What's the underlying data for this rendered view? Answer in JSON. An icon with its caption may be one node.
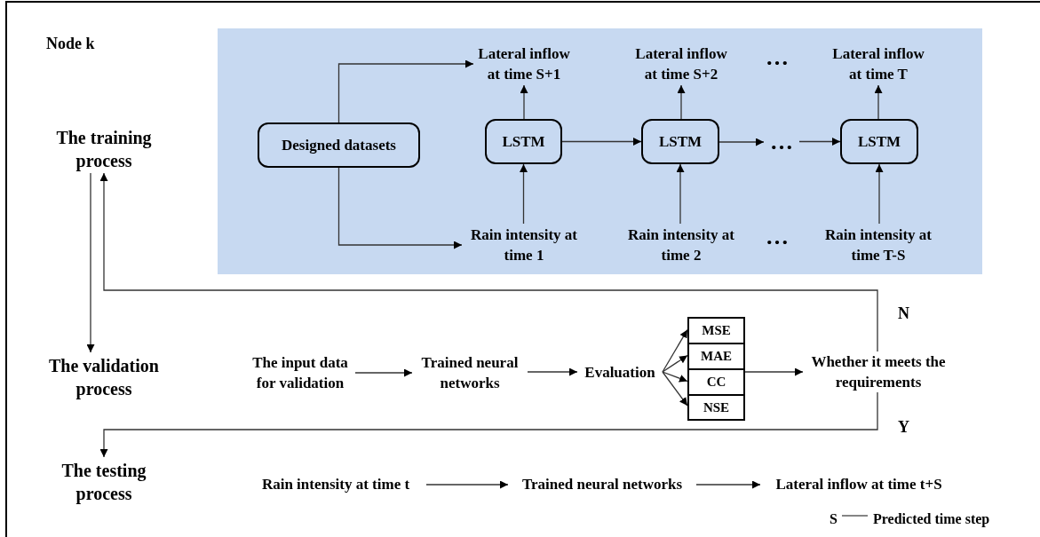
{
  "diagram": {
    "nodes": [
      {
        "text": [],
        "shape": "box"
      },
      {
        "text": [
          "Designed datasets"
        ],
        "in": 0
      },
      {
        "text": [
          "Lateral inflow at time S+1"
        ],
        "in": 0
      },
      {
        "text": [
          "Lateral inflow at time S+2"
        ],
        "in": 0
      },
      {
        "text": [
          "Lateral inflow at time T"
        ],
        "in": 0
      },
      {
        "text": [
          "LSTM"
        ],
        "in": 0
      },
      {
        "text": [
          "LSTM"
        ],
        "in": 0
      },
      {
        "text": [
          "…"
        ],
        "in": 0
      },
      {
        "text": [
          "LSTM"
        ],
        "in": 0
      },
      {
        "text": [
          "Rain intensity at time 1"
        ],
        "in": 0
      },
      {
        "text": [
          "Rain intensity at time 2"
        ],
        "in": 0
      },
      {
        "text": [
          "Rain intensity at time T-S"
        ],
        "in": 0
      },
      {
        "text": [
          "The training process"
        ]
      },
      {
        "text": [
          "The validation process"
        ]
      },
      {
        "text": [
          "The testing process"
        ]
      },
      {
        "text": [
          "The input data for validation"
        ]
      },
      {
        "text": [
          "Trained neural networks"
        ]
      },
      {
        "text": [
          "Evaluation"
        ]
      },
      {
        "text": [],
        "shape": "box"
      },
      {
        "text": [
          "MSE"
        ],
        "in": 18
      },
      {
        "text": [
          "MAE"
        ],
        "in": 18
      },
      {
        "text": [
          "CC"
        ],
        "in": 18
      },
      {
        "text": [
          "NSE"
        ],
        "in": 18
      },
      {
        "text": [
          "Whether it meets the requirements"
        ]
      },
      {
        "text": [
          "Rain intensity at time t"
        ]
      },
      {
        "text": [
          "Trained neural networks"
        ]
      },
      {
        "text": [
          "Lateral inflow at time t+S"
        ]
      }
    ],
    "edges": [
      {
        "from": 1,
        "to": 2,
        "arrow": "to"
      },
      {
        "from": 1,
        "to": 9,
        "arrow": "to"
      },
      {
        "from": 9,
        "to": 5,
        "arrow": "to"
      },
      {
        "from": 5,
        "to": 2,
        "arrow": "to"
      },
      {
        "from": 10,
        "to": 6,
        "arrow": "to"
      },
      {
        "from": 6,
        "to": 3,
        "arrow": "to"
      },
      {
        "from": 11,
        "to": 8,
        "arrow": "to"
      },
      {
        "from": 8,
        "to": 4,
        "arrow": "to"
      },
      {
        "from": 5,
        "to": 6,
        "arrow": "to"
      },
      {
        "from": 6,
        "to": 7,
        "arrow": "to"
      },
      {
        "from": 7,
        "to": 8,
        "arrow": "to"
      },
      {
        "from": 12,
        "to": 13,
        "arrow": "to"
      },
      {
        "from": 23,
        "to": 12,
        "arrow": "to",
        "label": "N"
      },
      {
        "from": 23,
        "to": 14,
        "arrow": "to",
        "label": "Y"
      },
      {
        "from": 15,
        "to": 16,
        "arrow": "to"
      },
      {
        "from": 16,
        "to": 17,
        "arrow": "to"
      },
      {
        "from": 17,
        "to": 19,
        "arrow": "to"
      },
      {
        "from": 17,
        "to": 20,
        "arrow": "to"
      },
      {
        "from": 17,
        "to": 21,
        "arrow": "to"
      },
      {
        "from": 17,
        "to": 22,
        "arrow": "to"
      },
      {
        "from": 18,
        "to": 23,
        "arrow": "to"
      },
      {
        "from": 24,
        "to": 25,
        "arrow": "to"
      },
      {
        "from": 25,
        "to": 26,
        "arrow": "to"
      }
    ],
    "labels": [
      "Node k",
      "…",
      "…",
      "S",
      "Predicted time step"
    ]
  }
}
